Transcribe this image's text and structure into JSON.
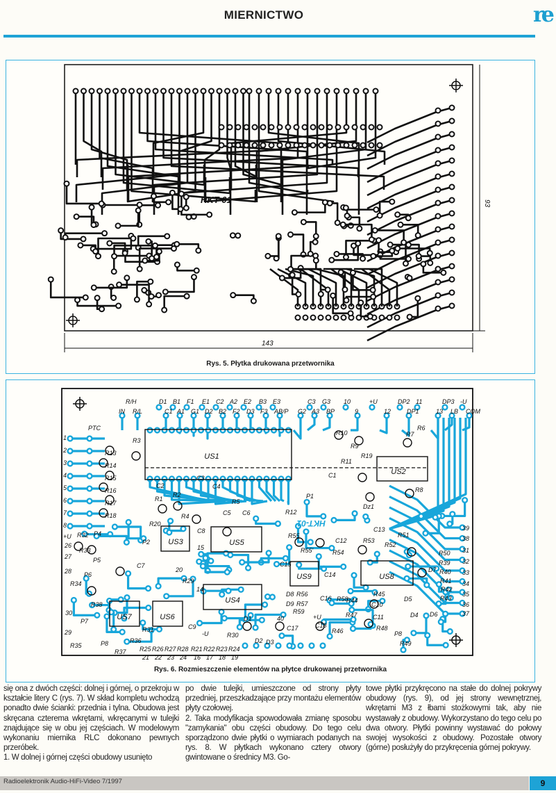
{
  "header": {
    "section": "MIERNICTWO",
    "logo": "re"
  },
  "fig5": {
    "board_label": "HKT-01",
    "width_dim": "143",
    "height_dim": "93",
    "caption": "Rys. 5. Płytka drukowana przetwornika"
  },
  "fig6": {
    "caption": "Rys. 6. Rozmieszczenie elementów na płytce drukowanej przetwornika",
    "labels": [
      "R/H",
      "D1",
      "B1",
      "F1",
      "E1",
      "C2",
      "A2",
      "E2",
      "B3",
      "E3",
      "C3",
      "G3",
      "10",
      "+U",
      "DP2",
      "11",
      "DP3",
      "-U",
      "IN",
      "R/L",
      "C1",
      "A1",
      "G1",
      "D2",
      "B2",
      "F2",
      "D3",
      "F3",
      "AB/P",
      "G2",
      "A3",
      "BP",
      "9",
      "12",
      "DP1",
      "13",
      "LB",
      "COM",
      "PTC",
      "1",
      "2",
      "3",
      "4",
      "5",
      "6",
      "7",
      "8",
      "R13",
      "R14",
      "R15",
      "R16",
      "R17",
      "R18",
      "US1",
      "US2",
      "R3",
      "C2",
      "R1",
      "R2",
      "C3",
      "C4",
      "R4",
      "C5",
      "R5",
      "C6",
      "R12",
      "P1",
      "R10",
      "R9",
      "R11",
      "C1",
      "R19",
      "R7",
      "R6",
      "R8",
      "Dz1",
      "+U",
      "26",
      "27",
      "28",
      "R32",
      "R33",
      "P4",
      "P5",
      "R34",
      "P6",
      "R38",
      "30",
      "P7",
      "29",
      "R35",
      "P8",
      "P2",
      "US3",
      "C8",
      "US5",
      "15",
      "R20",
      "C7",
      "20",
      "R29",
      "14",
      "US4",
      "US7",
      "US6",
      "C9",
      "-U",
      "R30",
      "D1",
      "D2",
      "D3",
      "R31",
      "R36",
      "R37",
      "R25",
      "R26",
      "R27",
      "R28",
      "R21",
      "R22",
      "R23",
      "R24",
      "21",
      "22",
      "23",
      "24",
      "16",
      "17",
      "18",
      "19",
      "HKT-01",
      "R55",
      "R55'",
      "C15",
      "US9",
      "R54",
      "C14",
      "C12",
      "C13",
      "R53",
      "R52",
      "R51",
      "US8",
      "D8",
      "R56",
      "D9",
      "R57",
      "C16",
      "R58",
      "R59",
      "40",
      "C17",
      "+U",
      "C18",
      "R46",
      "R47",
      "R44",
      "R45",
      "C10",
      "C11",
      "R48",
      "P8",
      "R49",
      "D4",
      "D5",
      "D6",
      "D7",
      "R50",
      "R39",
      "R40",
      "R41",
      "R42",
      "R43",
      "39",
      "38",
      "31",
      "32",
      "33",
      "34",
      "35",
      "36",
      "37"
    ]
  },
  "article": {
    "col1": "się ona z dwóch części: dolnej i górnej, o przekroju w kształcie litery C (rys. 7). W skład kompletu wchodzą ponadto dwie ścianki: przednia i tylna. Obudowa jest skręcana czterema wkrętami, wkręcanymi w tulejki znajdujące się w obu jej częściach. W modelowym wykonaniu miernika RLC dokonano pewnych przeróbek.",
    "col1_item": "1. W dolnej i górnej części obudowy usunięto",
    "col2": "po dwie tulejki, umieszczone od strony płyty przedniej, przeszkadzające przy montażu elementów płyty czołowej.",
    "col2_item": "2. Taka modyfikacja spowodowała zmianę sposobu \"zamykania\" obu części obudowy. Do tego celu sporządzono dwie płytki o wymiarach podanych na rys. 8. W płytkach wykonano cztery otwory gwintowane o średnicy M3. Go-",
    "col3": "towe płytki przykręcono na stałe do dolnej pokrywy obudowy (rys. 9), od jej strony wewnętrznej, wkrętami M3 z łbami stożkowymi tak, aby nie wystawały z obudowy. Wykorzystano do tego celu po dwa otwory. Płytki powinny wystawać do połowy swojej wysokości z obudowy. Pozostałe otwory (górne) posłużyły do przykręcenia górnej pokrywy."
  },
  "footer": {
    "publication": "Radioelektronik Audio-HiFi-Video  7/1997",
    "page": "9"
  },
  "colors": {
    "accent": "#1ea3d6",
    "trace": "#18a6da",
    "ink": "#111111"
  }
}
